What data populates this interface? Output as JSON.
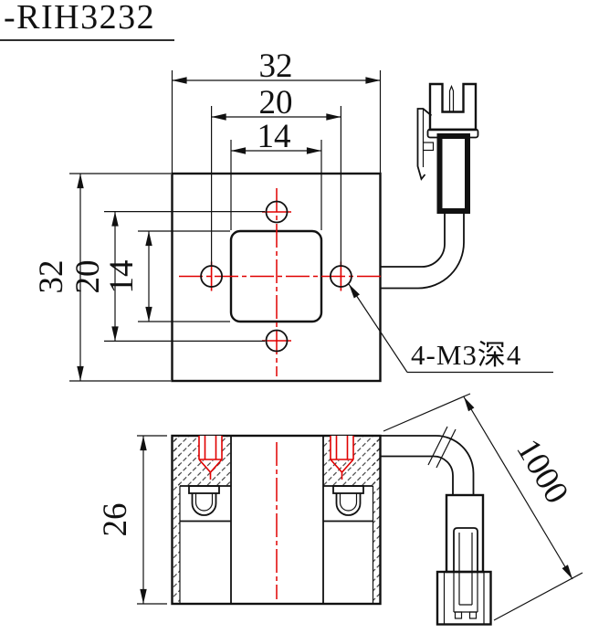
{
  "title": "-RIH3232",
  "top_view": {
    "width": "32",
    "hole_spacing_h": "20",
    "slot_width": "14",
    "height": "32",
    "hole_spacing_v": "20",
    "slot_height": "14",
    "hole_note": "4-M3深4"
  },
  "section_view": {
    "height": "26"
  },
  "cable": {
    "length": "1000"
  },
  "colors": {
    "line": "#111111",
    "centerline_red": "#e00000",
    "background": "#ffffff"
  }
}
